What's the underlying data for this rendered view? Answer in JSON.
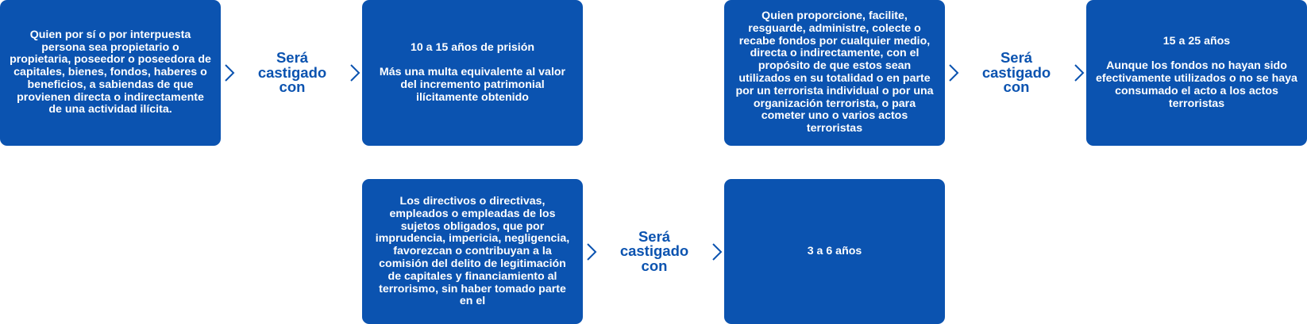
{
  "colors": {
    "box_fill": "#0b53b0",
    "box_text": "#ffffff",
    "connector_text": "#0b53b0"
  },
  "icons": {
    "arrow": "chevron-right-icon"
  },
  "row1": {
    "box1": "Quien por sí o por interpuesta persona sea propietario o propietaria, poseedor o poseedora de capitales, bienes, fondos, haberes o beneficios, a sabiendas de que provienen directa o indirectamente de una actividad ilícita.",
    "connector1": "Será castigado con",
    "box2": "10 a 15 años de prisión\n\nMás una multa equivalente al valor del incremento patrimonial ilícitamente obtenido",
    "box3": "Quien proporcione, facilite, resguarde, administre, colecte o recabe fondos por cualquier medio, directa o indirectamente, con el propósito de que estos sean utilizados en su totalidad o en parte por un terrorista individual o por una organización terrorista, o para cometer uno o varios actos terroristas",
    "connector2": "Será castigado con",
    "box4": "15 a 25 años\n\nAunque los fondos no hayan sido efectivamente utilizados o no se haya consumado el acto a los actos terroristas"
  },
  "row2": {
    "box5": "Los directivos o directivas, empleados o empleadas de los sujetos obligados, que por imprudencia, impericia, negligencia, favorezcan o contribuyan a la comisión del delito de legitimación de capitales y financiamiento al terrorismo, sin haber tomado parte en el",
    "connector3": "Será castigado con",
    "box6": "3 a 6 años"
  }
}
